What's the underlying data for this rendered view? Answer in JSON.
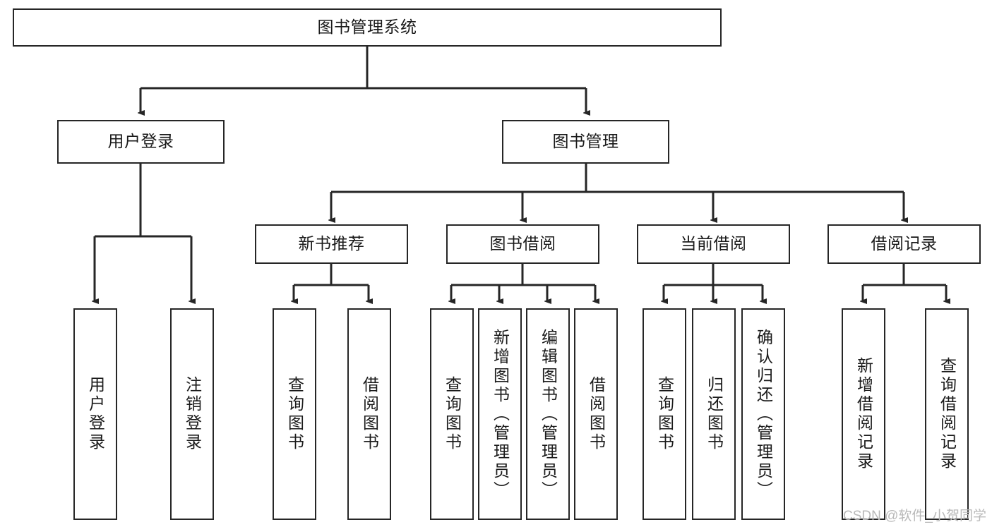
{
  "diagram": {
    "type": "tree",
    "title": "图书管理系统",
    "colors": {
      "background": "#ffffff",
      "box_border": "#262626",
      "box_fill": "#ffffff",
      "connector": "#262626",
      "text": "#1a1a1a",
      "watermark": "#b9b9b9"
    },
    "root": {
      "label": "图书管理系统",
      "orientation": "horizontal"
    },
    "level2": [
      {
        "label": "用户登录",
        "orientation": "horizontal"
      },
      {
        "label": "图书管理",
        "orientation": "horizontal"
      }
    ],
    "level3": [
      {
        "label": "新书推荐",
        "orientation": "horizontal"
      },
      {
        "label": "图书借阅",
        "orientation": "horizontal"
      },
      {
        "label": "当前借阅",
        "orientation": "horizontal"
      },
      {
        "label": "借阅记录",
        "orientation": "horizontal"
      }
    ],
    "leaves": {
      "user_login": [
        {
          "label": "用户登录",
          "orientation": "vertical"
        },
        {
          "label": "注销登录",
          "orientation": "vertical"
        }
      ],
      "new_book_recommend": [
        {
          "label": "查询图书",
          "orientation": "vertical"
        },
        {
          "label": "借阅图书",
          "orientation": "vertical"
        }
      ],
      "book_borrow": [
        {
          "label": "查询图书",
          "orientation": "vertical"
        },
        {
          "label": "新增图书（管理员）",
          "orientation": "vertical"
        },
        {
          "label": "编辑图书（管理员）",
          "orientation": "vertical"
        },
        {
          "label": "借阅图书",
          "orientation": "vertical"
        }
      ],
      "current_borrow": [
        {
          "label": "查询图书",
          "orientation": "vertical"
        },
        {
          "label": "归还图书",
          "orientation": "vertical"
        },
        {
          "label": "确认归还（管理员）",
          "orientation": "vertical"
        }
      ],
      "borrow_record": [
        {
          "label": "新增借阅记录",
          "orientation": "vertical"
        },
        {
          "label": "查询借阅记录",
          "orientation": "vertical"
        }
      ]
    },
    "watermark": "CSDN @软件_小贺同学"
  }
}
